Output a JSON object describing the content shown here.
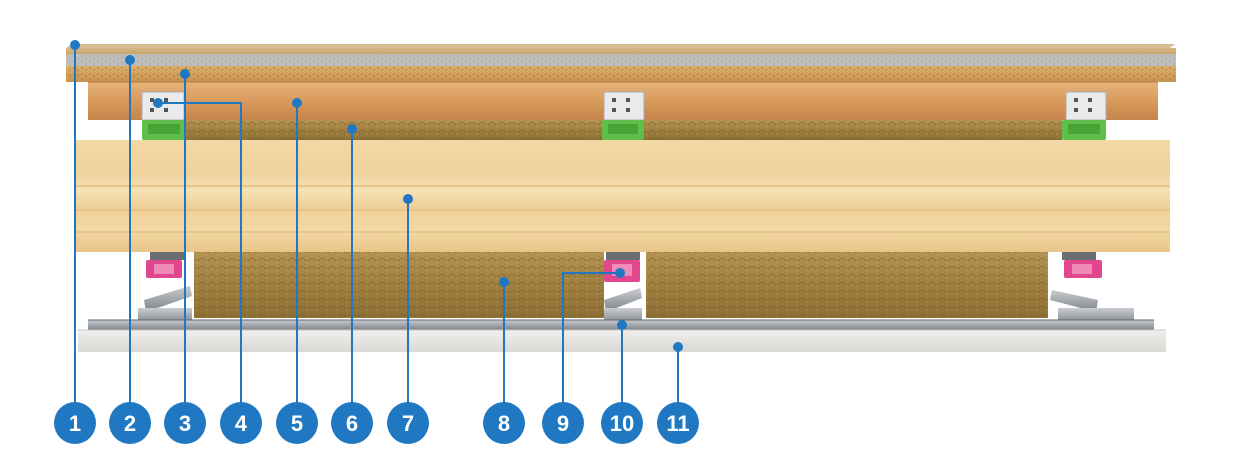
{
  "markers": [
    {
      "label": "1"
    },
    {
      "label": "2"
    },
    {
      "label": "3"
    },
    {
      "label": "4"
    },
    {
      "label": "5"
    },
    {
      "label": "6"
    },
    {
      "label": "7"
    },
    {
      "label": "8"
    },
    {
      "label": "9"
    },
    {
      "label": "10"
    },
    {
      "label": "11"
    }
  ],
  "colors": {
    "marker": "#1f78c1",
    "leader": "#1f78c1",
    "wood": "#e8c48a",
    "insulation": "#a88a4a",
    "clip_pink": "#e2468f",
    "clip_green": "#5fbf4a",
    "steel": "#9aa0a6",
    "board": "#e4e4e2"
  }
}
